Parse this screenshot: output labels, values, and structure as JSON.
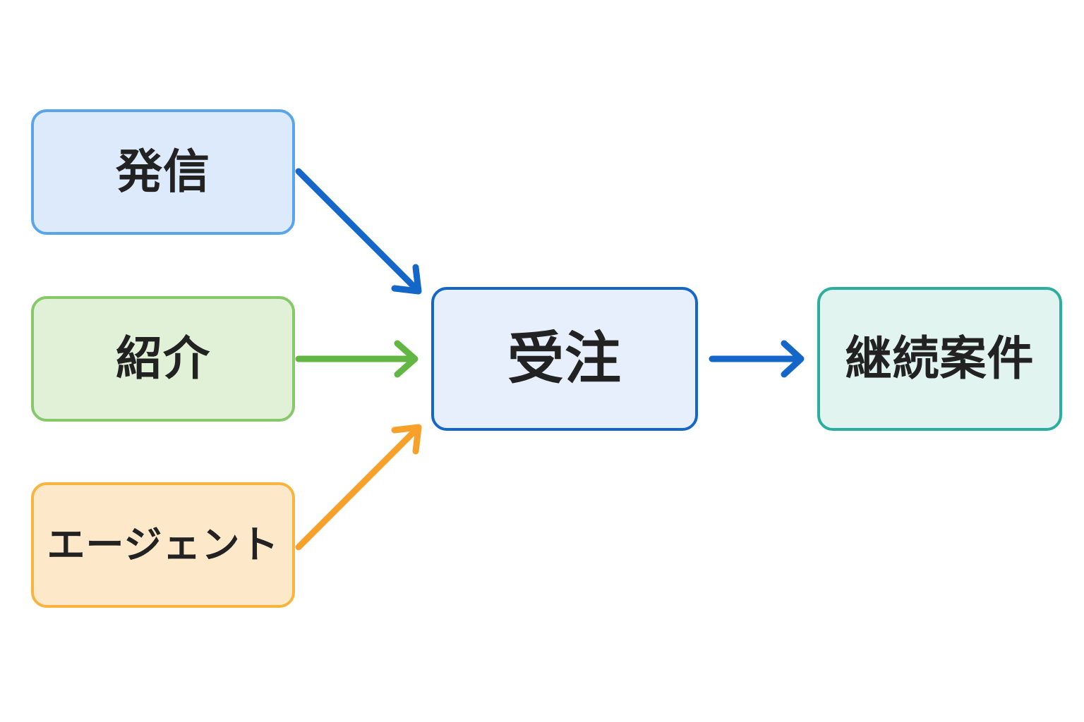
{
  "nodes": {
    "hasshin": "発信",
    "shokai": "紹介",
    "agent": "エージェント",
    "juchu": "受注",
    "keizoku": "継続案件"
  },
  "colors": {
    "hasshin_arrow": "#1466c8",
    "shokai_arrow": "#62b744",
    "agent_arrow": "#f7a12a",
    "juchu_arrow": "#1466c8"
  }
}
